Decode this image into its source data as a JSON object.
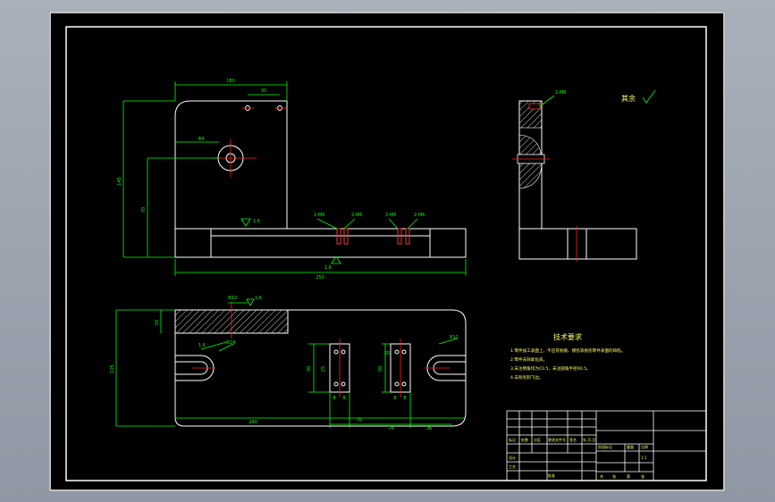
{
  "colors": {
    "background": "#000000",
    "frame": "#ffffff",
    "outline": "#ffffff",
    "dimension": "#00ff00",
    "center_line": "#ff2020",
    "hatch": "#ffffff",
    "notes": "#ffff66",
    "desktop": "#9aa1ad"
  },
  "top_view": {
    "dim_width": "180",
    "dim_hole_offset": "30",
    "dim_hole_dia": "Φ9",
    "dim_hole_height": "70",
    "dim_height": "145",
    "dim_base": "250",
    "roughness_left": "1.6",
    "roughness_base": "1.6",
    "callout_1": "2-M6",
    "callout_2": "2-M6",
    "callout_3": "2-M6",
    "callout_4": "2-M6"
  },
  "side_view": {
    "callout": "2-M6",
    "roughness_other": "其余"
  },
  "plan_view": {
    "dim_height": "115",
    "dim_length": "240",
    "dim_top": "Φ12",
    "dim_roughness": "1.6",
    "dim_left": "1.6",
    "dim_slot": "Φ24",
    "dim_thick": "20",
    "dims_pad1": [
      "30",
      "25",
      "8",
      "8"
    ],
    "dims_pad2": [
      "30",
      "25",
      "8",
      "8"
    ],
    "dim_gap1": "70",
    "dim_gap2": "74",
    "dim_gap3": "36",
    "dim_right": "R12"
  },
  "notes": {
    "title": "技术要求",
    "lines": [
      "1.零件加工表面上，不应有划痕、擦伤等损伤零件表面的缺陷。",
      "2.零件去除氧化皮。",
      "3.未注倒角均为C0.5，未注圆角半径R0.5。",
      "4.去除毛刺飞边。"
    ]
  },
  "title_block": {
    "cells": [
      "标记",
      "处数",
      "分区",
      "更改文件号",
      "签名",
      "年.月.日",
      "阶段标记",
      "重量",
      "比例",
      "设计",
      "工艺",
      "批准",
      "共",
      "张",
      "第",
      "张",
      "1:1"
    ]
  }
}
